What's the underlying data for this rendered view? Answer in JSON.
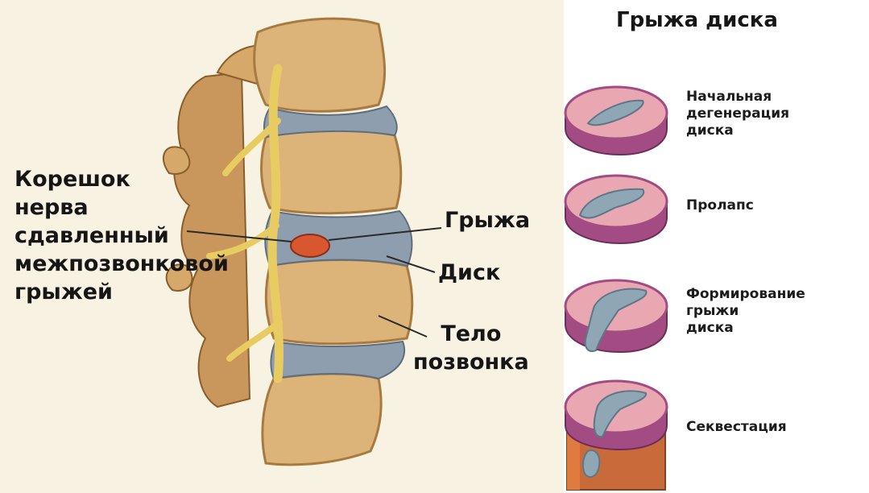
{
  "labels": {
    "nerve_root": [
      "Корешок",
      "нерва",
      "сдавленный",
      "межпозвонковой",
      "грыжей"
    ],
    "hernia": "Грыжа",
    "disc": "Диск",
    "vertebral_body": [
      "Тело",
      "позвонка"
    ]
  },
  "stages": {
    "title": "Грыжа диска",
    "items": [
      {
        "id": "initial",
        "lines": [
          "Начальная",
          "дегенерация",
          "диска"
        ]
      },
      {
        "id": "prolapse",
        "lines": [
          "Пролапс"
        ]
      },
      {
        "id": "formation",
        "lines": [
          "Формирование",
          "грыжи",
          "диска"
        ]
      },
      {
        "id": "sequestration",
        "lines": [
          "Секвестация"
        ]
      }
    ]
  },
  "colors": {
    "panel_background": "#f8f2e2",
    "bone": "#dcb47a",
    "bone_dark": "#a87a3f",
    "disc": "#8f9eae",
    "nerve": "#e9cc61",
    "hernia": "#d9572e",
    "disc_ring": "#e9a7b2",
    "disc_ring_edge": "#a34c83",
    "nucleus": "#8fa6b4"
  }
}
